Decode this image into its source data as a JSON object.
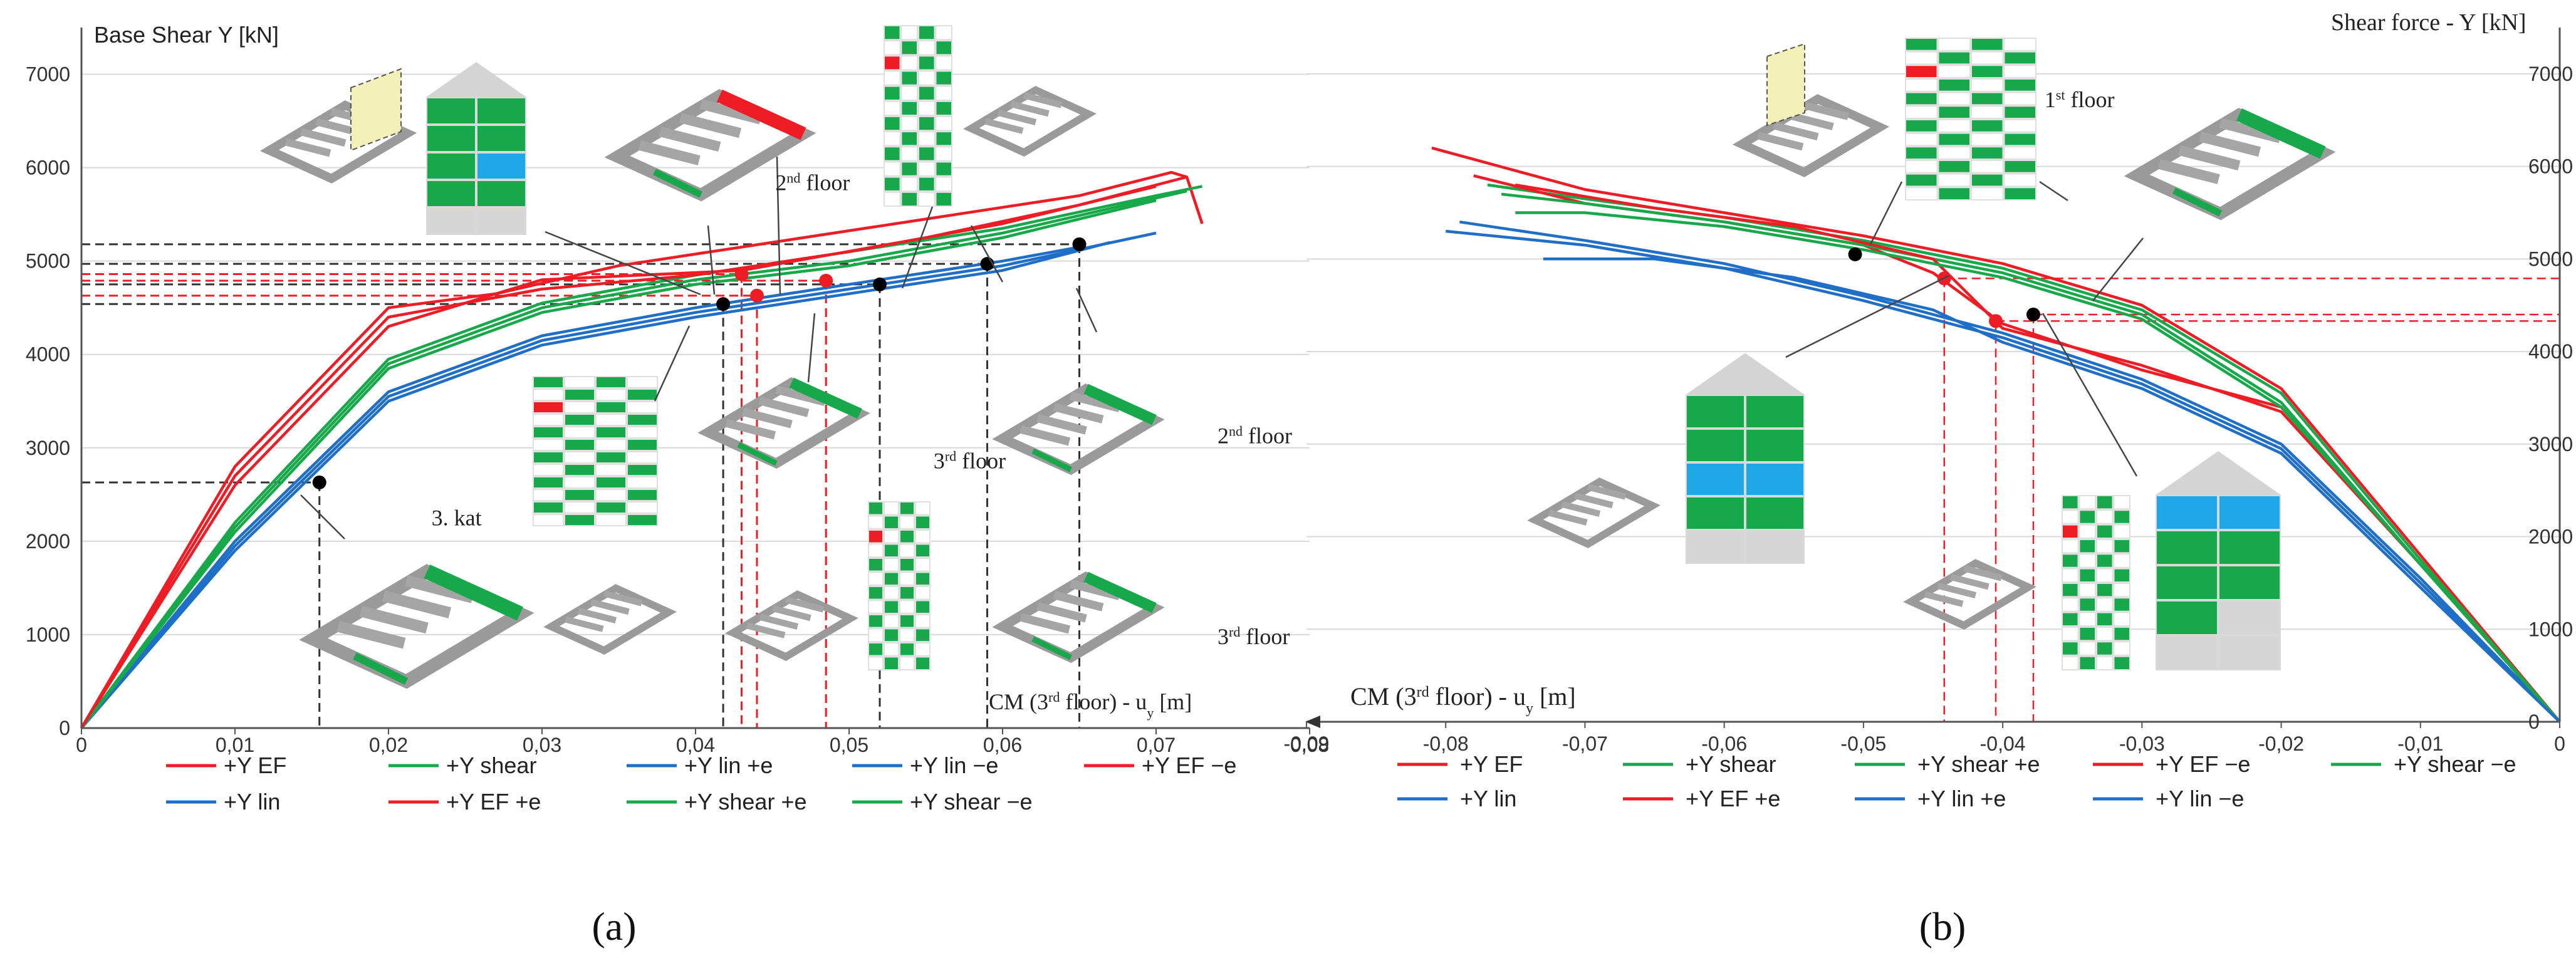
{
  "chart_data": [
    {
      "panel": "a",
      "type": "line",
      "caption": "(a)",
      "ylabel": "Base Shear Y [kN]",
      "xlabel": "CM (3rd floor) - uy [m]",
      "xlim": [
        0,
        0.08
      ],
      "ylim": [
        0,
        7500
      ],
      "xticks": [
        0,
        0.01,
        0.02,
        0.03,
        0.04,
        0.05,
        0.06,
        0.07,
        0.08
      ],
      "xtick_labels": [
        "0",
        "0,01",
        "0,02",
        "0,03",
        "0,04",
        "0,05",
        "0,06",
        "0,07",
        "0,08"
      ],
      "yticks": [
        0,
        1000,
        2000,
        3000,
        4000,
        5000,
        6000,
        7000
      ],
      "ytick_labels": [
        "0",
        "1000",
        "2000",
        "3000",
        "4000",
        "5000",
        "6000",
        "7000"
      ],
      "grid": "horizontal",
      "legend_position": "bottom",
      "annotations": [
        {
          "text": "2nd floor",
          "x": 0.0452,
          "y": 5760
        },
        {
          "text": "3. kat",
          "x": 0.0228,
          "y": 2170
        },
        {
          "text": "3rd floor",
          "x": 0.0555,
          "y": 2780
        },
        {
          "text": "2nd floor",
          "x": 0.074,
          "y": 3050
        },
        {
          "text": "3rd floor",
          "x": 0.074,
          "y": 900
        }
      ],
      "markers": [
        {
          "x": 0.043,
          "y": 4860,
          "color": "#ee1c24"
        },
        {
          "x": 0.044,
          "y": 4630,
          "color": "#ee1c24"
        },
        {
          "x": 0.0485,
          "y": 4790,
          "color": "#ee1c24"
        },
        {
          "x": 0.0155,
          "y": 2630,
          "color": "#000000"
        },
        {
          "x": 0.0418,
          "y": 4540,
          "color": "#000000"
        },
        {
          "x": 0.052,
          "y": 4750,
          "color": "#000000"
        },
        {
          "x": 0.059,
          "y": 4970,
          "color": "#000000"
        },
        {
          "x": 0.065,
          "y": 5180,
          "color": "#000000"
        }
      ],
      "series": [
        {
          "name": "+Y EF",
          "color": "#ee1c24",
          "x": [
            0,
            0.01,
            0.02,
            0.027,
            0.035,
            0.045,
            0.055,
            0.065,
            0.071,
            0.072,
            0.073
          ],
          "y": [
            0,
            2800,
            4500,
            4650,
            4950,
            5200,
            5450,
            5700,
            5950,
            5900,
            5400
          ]
        },
        {
          "name": "+Y lin",
          "color": "#1f6fc8",
          "x": [
            0,
            0.01,
            0.02,
            0.03,
            0.04,
            0.05,
            0.06,
            0.065
          ],
          "y": [
            0,
            2000,
            3600,
            4200,
            4500,
            4750,
            5000,
            5150
          ]
        },
        {
          "name": "+Y shear",
          "color": "#17a84a",
          "x": [
            0,
            0.01,
            0.02,
            0.03,
            0.04,
            0.05,
            0.06,
            0.07,
            0.073
          ],
          "y": [
            0,
            2200,
            3950,
            4550,
            4850,
            5100,
            5350,
            5700,
            5800
          ]
        },
        {
          "name": "+Y EF +e",
          "color": "#ee1c24",
          "x": [
            0,
            0.01,
            0.02,
            0.03,
            0.043,
            0.055,
            0.065,
            0.072
          ],
          "y": [
            0,
            2600,
            4300,
            4800,
            4900,
            5250,
            5600,
            5900
          ]
        },
        {
          "name": "+Y lin +e",
          "color": "#1f6fc8",
          "x": [
            0,
            0.01,
            0.02,
            0.03,
            0.04,
            0.05,
            0.06,
            0.07
          ],
          "y": [
            0,
            1950,
            3550,
            4150,
            4450,
            4700,
            4950,
            5300
          ]
        },
        {
          "name": "+Y shear +e",
          "color": "#17a84a",
          "x": [
            0,
            0.01,
            0.02,
            0.03,
            0.04,
            0.05,
            0.06,
            0.072
          ],
          "y": [
            0,
            2150,
            3900,
            4500,
            4800,
            5000,
            5300,
            5750
          ]
        },
        {
          "name": "+Y lin −e",
          "color": "#1f6fc8",
          "x": [
            0,
            0.01,
            0.02,
            0.03,
            0.04,
            0.05,
            0.06,
            0.067
          ],
          "y": [
            0,
            1900,
            3500,
            4100,
            4400,
            4650,
            4900,
            5200
          ]
        },
        {
          "name": "+Y shear −e",
          "color": "#17a84a",
          "x": [
            0,
            0.01,
            0.02,
            0.03,
            0.04,
            0.05,
            0.06,
            0.07
          ],
          "y": [
            0,
            2100,
            3850,
            4450,
            4750,
            4950,
            5250,
            5650
          ]
        },
        {
          "name": "+Y EF −e",
          "color": "#ee1c24",
          "x": [
            0,
            0.01,
            0.02,
            0.03,
            0.04,
            0.05,
            0.06,
            0.07
          ],
          "y": [
            0,
            2700,
            4400,
            4700,
            4850,
            5100,
            5400,
            5800
          ]
        }
      ]
    },
    {
      "panel": "b",
      "type": "line",
      "caption": "(b)",
      "ylabel": "Shear force - Y [kN]",
      "xlabel": "CM (3rd floor) - uy [m]",
      "xlim": [
        -0.09,
        0
      ],
      "ylim": [
        0,
        7500
      ],
      "xticks": [
        -0.09,
        -0.08,
        -0.07,
        -0.06,
        -0.05,
        -0.04,
        -0.03,
        -0.02,
        -0.01,
        0
      ],
      "xtick_labels": [
        "-0,09",
        "-0,08",
        "-0,07",
        "-0,06",
        "-0,05",
        "-0,04",
        "-0,03",
        "-0,02",
        "-0,01",
        "0"
      ],
      "yticks": [
        0,
        1000,
        2000,
        3000,
        4000,
        5000,
        6000,
        7000
      ],
      "ytick_labels": [
        "0",
        "1000",
        "2000",
        "3000",
        "4000",
        "5000",
        "6000",
        "7000"
      ],
      "grid": "horizontal",
      "legend_position": "bottom",
      "annotations": [
        {
          "text": "1st floor",
          "x": -0.037,
          "y": 6640
        }
      ],
      "markers": [
        {
          "x": -0.0506,
          "y": 5050,
          "color": "#000000"
        },
        {
          "x": -0.0378,
          "y": 4400,
          "color": "#000000"
        },
        {
          "x": -0.0442,
          "y": 4790,
          "color": "#ee1c24"
        },
        {
          "x": -0.0405,
          "y": 4330,
          "color": "#ee1c24"
        }
      ],
      "series": [
        {
          "name": "+Y EF",
          "color": "#ee1c24",
          "x": [
            -0.081,
            -0.07,
            -0.06,
            -0.05,
            -0.04,
            -0.03,
            -0.02,
            -0.01,
            0
          ],
          "y": [
            6200,
            5750,
            5500,
            5250,
            4950,
            4500,
            3600,
            1800,
            0
          ]
        },
        {
          "name": "+Y lin",
          "color": "#1f6fc8",
          "x": [
            -0.079,
            -0.07,
            -0.06,
            -0.05,
            -0.04,
            -0.03,
            -0.02,
            -0.01,
            0
          ],
          "y": [
            5400,
            5200,
            4950,
            4600,
            4200,
            3700,
            3000,
            1550,
            0
          ]
        },
        {
          "name": "+Y shear",
          "color": "#17a84a",
          "x": [
            -0.077,
            -0.07,
            -0.06,
            -0.05,
            -0.04,
            -0.03,
            -0.02,
            -0.01,
            0
          ],
          "y": [
            5800,
            5650,
            5450,
            5200,
            4900,
            4450,
            3550,
            1750,
            0
          ]
        },
        {
          "name": "+Y EF +e",
          "color": "#ee1c24",
          "x": [
            -0.078,
            -0.07,
            -0.06,
            -0.05,
            -0.045,
            -0.04,
            -0.03,
            -0.02,
            -0.01,
            0
          ],
          "y": [
            5900,
            5600,
            5400,
            5150,
            4850,
            4300,
            3800,
            3400,
            1700,
            0
          ]
        },
        {
          "name": "+Y shear +e",
          "color": "#17a84a",
          "x": [
            -0.076,
            -0.07,
            -0.06,
            -0.05,
            -0.04,
            -0.03,
            -0.02,
            -0.01,
            0
          ],
          "y": [
            5700,
            5600,
            5400,
            5150,
            4850,
            4400,
            3450,
            1700,
            0
          ]
        },
        {
          "name": "+Y lin +e",
          "color": "#1f6fc8",
          "x": [
            -0.08,
            -0.07,
            -0.06,
            -0.05,
            -0.04,
            -0.03,
            -0.02,
            -0.01,
            0
          ],
          "y": [
            5300,
            5150,
            4900,
            4550,
            4150,
            3650,
            2950,
            1500,
            0
          ]
        },
        {
          "name": "+Y EF −e",
          "color": "#ee1c24",
          "x": [
            -0.075,
            -0.065,
            -0.055,
            -0.045,
            -0.04,
            -0.03,
            -0.02,
            -0.01,
            0
          ],
          "y": [
            5800,
            5550,
            5350,
            5000,
            4250,
            3850,
            3350,
            1700,
            0
          ]
        },
        {
          "name": "+Y shear −e",
          "color": "#17a84a",
          "x": [
            -0.075,
            -0.07,
            -0.06,
            -0.05,
            -0.04,
            -0.03,
            -0.02,
            -0.01,
            0
          ],
          "y": [
            5500,
            5500,
            5350,
            5100,
            4800,
            4350,
            3400,
            1700,
            0
          ]
        },
        {
          "name": "+Y lin −e",
          "color": "#1f6fc8",
          "x": [
            -0.073,
            -0.065,
            -0.055,
            -0.045,
            -0.04,
            -0.03,
            -0.02,
            -0.01,
            0
          ],
          "y": [
            5000,
            5000,
            4800,
            4450,
            4100,
            3600,
            2900,
            1450,
            0
          ]
        }
      ]
    }
  ]
}
